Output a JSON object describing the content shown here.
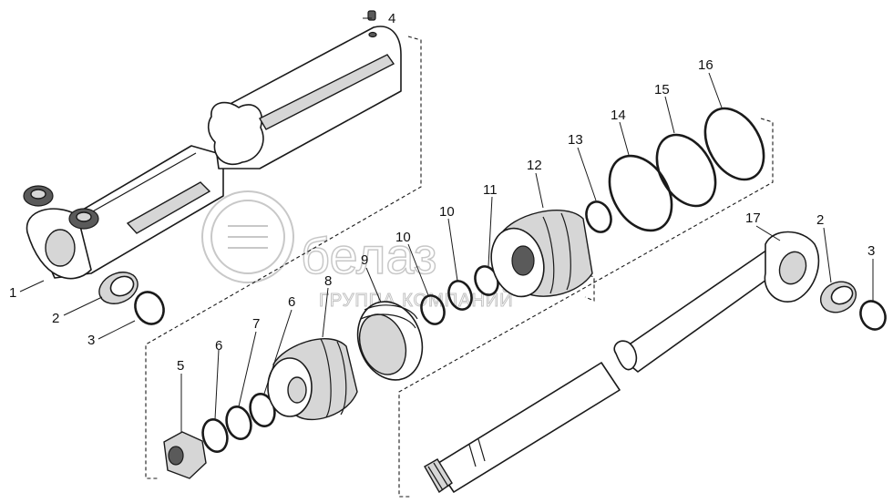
{
  "diagram": {
    "callouts": [
      {
        "id": "c1",
        "label": "1"
      },
      {
        "id": "c2a",
        "label": "2"
      },
      {
        "id": "c3a",
        "label": "3"
      },
      {
        "id": "c4",
        "label": "4"
      },
      {
        "id": "c5",
        "label": "5"
      },
      {
        "id": "c6a",
        "label": "6"
      },
      {
        "id": "c6b",
        "label": "6"
      },
      {
        "id": "c7",
        "label": "7"
      },
      {
        "id": "c8",
        "label": "8"
      },
      {
        "id": "c9",
        "label": "9"
      },
      {
        "id": "c10a",
        "label": "10"
      },
      {
        "id": "c10b",
        "label": "10"
      },
      {
        "id": "c11",
        "label": "11"
      },
      {
        "id": "c12",
        "label": "12"
      },
      {
        "id": "c13",
        "label": "13"
      },
      {
        "id": "c14",
        "label": "14"
      },
      {
        "id": "c15",
        "label": "15"
      },
      {
        "id": "c16",
        "label": "16"
      },
      {
        "id": "c17",
        "label": "17"
      },
      {
        "id": "c2b",
        "label": "2"
      },
      {
        "id": "c3b",
        "label": "3"
      }
    ]
  },
  "watermark": {
    "brand": "белаз",
    "subtitle": "ГРУППА КОМПАНИЙ"
  }
}
